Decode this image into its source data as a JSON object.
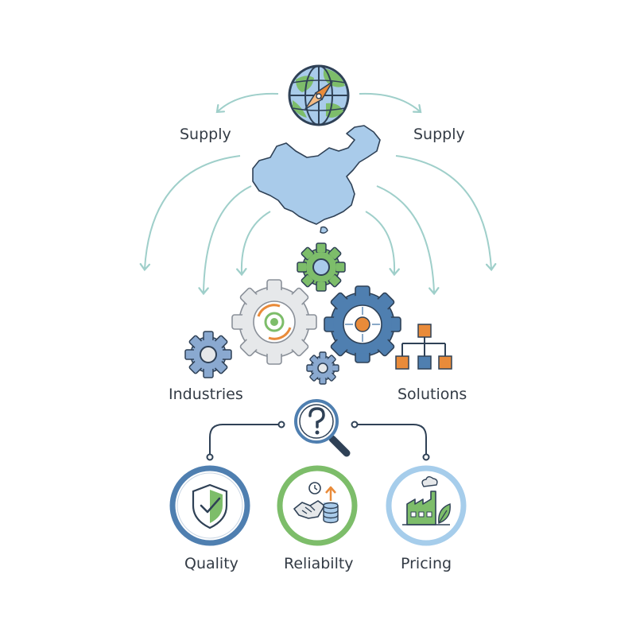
{
  "labels": {
    "supply_left": "Supply",
    "supply_right": "Supply",
    "industries": "Industries",
    "solutions": "Solutions",
    "quality": "Quality",
    "reliability": "Reliabilty",
    "pricing": "Pricing"
  },
  "icons": {
    "top": "globe-compass-icon",
    "map": "china-map-icon",
    "gears": "gears-icon",
    "hierarchy": "org-chart-icon",
    "search": "magnifier-question-icon",
    "quality": "shield-check-icon",
    "reliability": "handshake-coins-icon",
    "pricing": "factory-leaf-icon"
  },
  "colors": {
    "teal_arrow": "#9fcfca",
    "map_fill": "#a9cbea",
    "blue": "#4f7fb0",
    "green": "#7dbd6a",
    "orange": "#e98b3a",
    "light_blue_ring": "#a6cdeb",
    "gray_gear": "#e6e8ea"
  }
}
